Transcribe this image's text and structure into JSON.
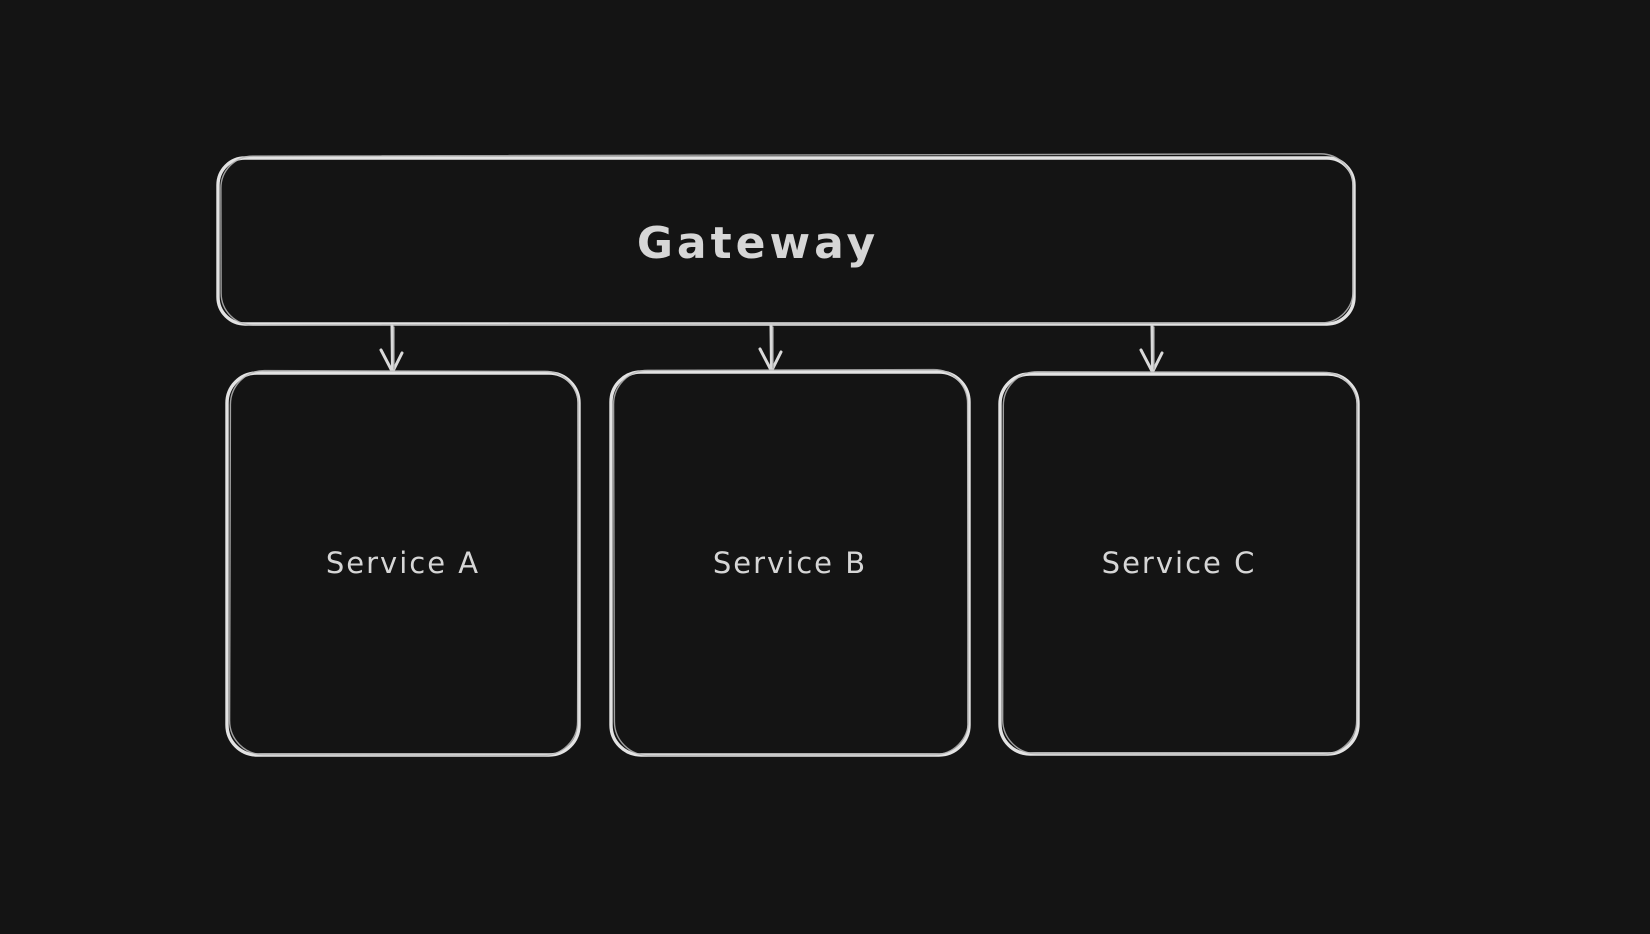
{
  "canvas": {
    "background_color": "#141414",
    "stroke_color": "#e3e3e3",
    "text_color": "#d6d6d6",
    "style": "hand-drawn-sketch"
  },
  "diagram": {
    "nodes": [
      {
        "id": "gateway",
        "label": "Gateway",
        "shape": "rounded-rectangle"
      },
      {
        "id": "service-a",
        "label": "Service A",
        "shape": "rounded-rectangle"
      },
      {
        "id": "service-b",
        "label": "Service B",
        "shape": "rounded-rectangle"
      },
      {
        "id": "service-c",
        "label": "Service C",
        "shape": "rounded-rectangle"
      }
    ],
    "edges": [
      {
        "from": "Gateway",
        "to": "Service A",
        "type": "arrow",
        "direction": "down"
      },
      {
        "from": "Gateway",
        "to": "Service B",
        "type": "arrow",
        "direction": "down"
      },
      {
        "from": "Gateway",
        "to": "Service C",
        "type": "arrow",
        "direction": "down"
      }
    ]
  }
}
